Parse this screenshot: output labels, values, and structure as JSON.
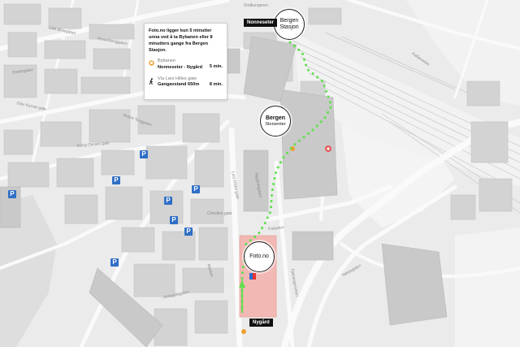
{
  "map": {
    "top_area_label": "Smålungeren",
    "info_box": {
      "intro": "Foto.no ligger kun 5 minutter unna ved å ta Bybanen eller 8 minutters gange fra Bergen Stasjon.",
      "tram": {
        "label": "Bybanen",
        "route": "Nonneseter - Nygård",
        "time": "5 min."
      },
      "walk": {
        "label": "Via Lars Hilles gate",
        "route": "Gangavstand 650m",
        "time": "8 min."
      }
    },
    "places": {
      "bergen_stasjon": "Bergen Stasjon",
      "bergen_storsenter": {
        "name": "Bergen",
        "sub": "Storsenter"
      },
      "foto_no": "Foto.no"
    },
    "stops": {
      "nonneseter": "Nonneseter",
      "nygard": "Nygård"
    },
    "parking_symbol": "P",
    "street_labels": {
      "s1": "Lille Øvregaten",
      "s2": "Rosenberggaten",
      "s3": "Lars Hilles gate",
      "s4": "Strømgaten",
      "s5": "Kaigaten",
      "s6": "Fjøsangerveien",
      "s7": "Nygårdsgaten",
      "s8": "Christies gate",
      "s9": "Olav Kyrres gate",
      "s10": "Vestre Torggaten",
      "s11": "Kong Oscars gate",
      "s12": "Marken",
      "s13": "Jonsvollsgaten",
      "s14": "Kalfarveien",
      "s15": "Nøstegaten"
    },
    "colors": {
      "route": "#5fe04c",
      "tag": "#111111",
      "parking": "#2f6fc7",
      "highlight": "#f2b8b3"
    }
  }
}
